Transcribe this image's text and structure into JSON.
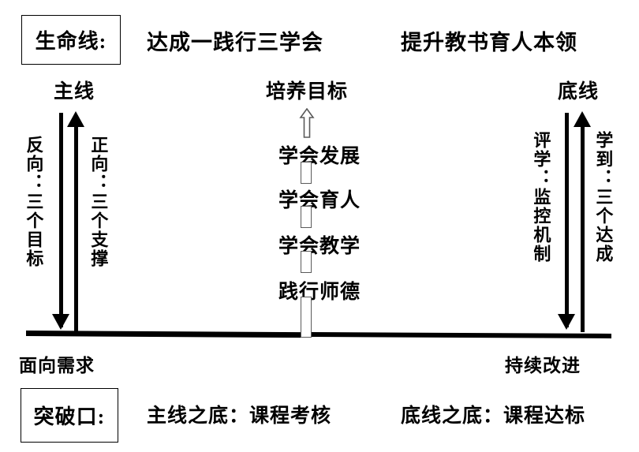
{
  "diagram": {
    "title_boxes": [
      {
        "id": "lifeline",
        "label": "生命线:"
      },
      {
        "id": "breakthrough",
        "label": "突破口:"
      }
    ],
    "top_banners": [
      {
        "id": "banner-center",
        "label": "达成一践行三学会"
      },
      {
        "id": "banner-right",
        "label": "提升教书育人本领"
      }
    ],
    "column_headers": [
      {
        "id": "main-line",
        "label": "主线"
      },
      {
        "id": "cultivation-goal",
        "label": "培养目标"
      },
      {
        "id": "bottom-line",
        "label": "底线"
      }
    ],
    "left_column": {
      "down_label": "反向：三个目标",
      "up_label": "正向：三个支撑"
    },
    "right_column": {
      "down_label": "评学：监控机制",
      "up_label": "学到：三个达成"
    },
    "center_column": {
      "steps": [
        {
          "id": "step-develop",
          "label": "学会发展"
        },
        {
          "id": "step-educate",
          "label": "学会育人"
        },
        {
          "id": "step-teach",
          "label": "学会教学"
        },
        {
          "id": "step-ethics",
          "label": "践行师德"
        }
      ]
    },
    "bottom_annotations": [
      {
        "id": "demand",
        "label": "面向需求"
      },
      {
        "id": "improve",
        "label": "持续改进"
      }
    ],
    "bottom_statements": [
      {
        "id": "main-line-base",
        "label": "主线之底：课程考核"
      },
      {
        "id": "bottom-line-base",
        "label": "底线之底：课程达标"
      }
    ],
    "colors": {
      "ink": "#000000",
      "background": "#ffffff",
      "hollow_outline": "#5a5a5a"
    }
  }
}
